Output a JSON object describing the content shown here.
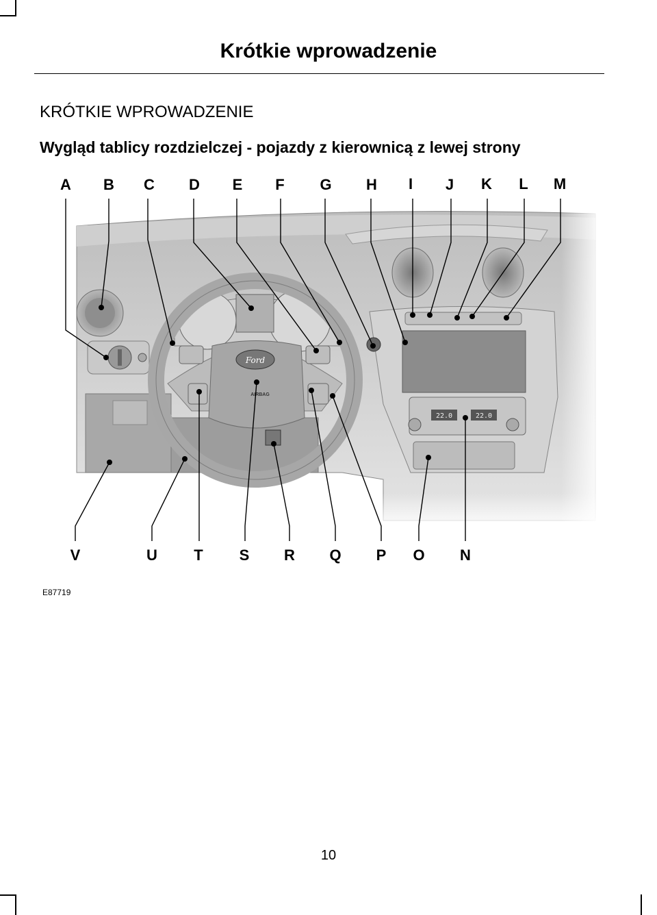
{
  "header": {
    "title": "Krótkie wprowadzenie"
  },
  "section": {
    "heading": "KRÓTKIE WPROWADZENIE",
    "subheading": "Wygląd tablicy rozdzielczej - pojazdy z kierownicą z lewej strony"
  },
  "figure": {
    "top_labels": [
      "A",
      "B",
      "C",
      "D",
      "E",
      "F",
      "G",
      "H",
      "I",
      "J",
      "K",
      "L",
      "M"
    ],
    "bottom_labels": [
      "V",
      "U",
      "T",
      "S",
      "R",
      "Q",
      "P",
      "O",
      "N"
    ],
    "wheel_logo": "Ford",
    "airbag_text": "AIRBAG",
    "climate_left_temp": "22.0",
    "climate_right_temp": "22.0",
    "code": "E87719"
  },
  "footer": {
    "page_number": "10"
  }
}
